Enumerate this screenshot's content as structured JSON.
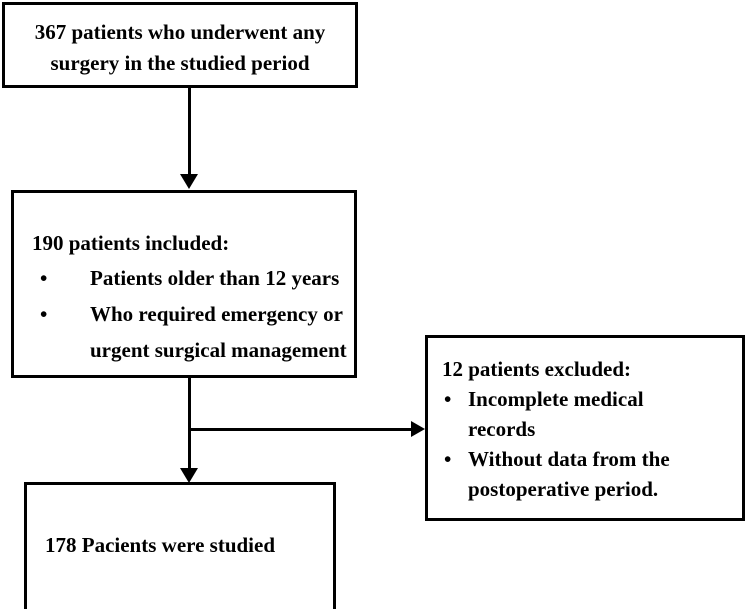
{
  "figure": {
    "type": "flowchart",
    "title": "Patient selection flow diagram",
    "line_color": "#000000",
    "background_color": "#ffffff",
    "text_color": "#000000"
  },
  "nodes": {
    "enrolled": {
      "name": "enrolled-box",
      "line1": "367 patients  who underwent any",
      "line2": "surgery in the studied period"
    },
    "included": {
      "name": "included-box",
      "lead": "190 patients included:",
      "bullet_glyph": "•",
      "bullets": [
        {
          "line1": "Patients older than 12 years",
          "line2": ""
        },
        {
          "line1": "Who required emergency or",
          "line2": "urgent surgical management"
        }
      ]
    },
    "excluded": {
      "name": "excluded-box",
      "lead": "12 patients excluded:",
      "bullet_glyph": "•",
      "bullets": [
        {
          "line1": "Incomplete medical",
          "line2": "records"
        },
        {
          "line1": "Without data from the",
          "line2": "postoperative period."
        }
      ]
    },
    "studied": {
      "name": "studied-box",
      "line1": "178 Pacients were studied"
    }
  },
  "connectors": {
    "enrolled_to_included": "arrow-down",
    "included_to_studied": "arrow-down",
    "included_to_excluded": "arrow-right"
  }
}
